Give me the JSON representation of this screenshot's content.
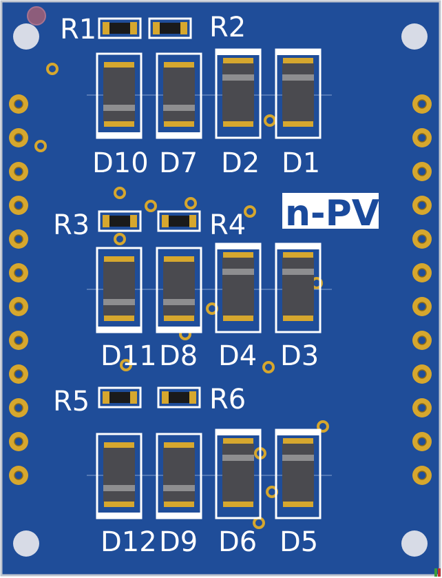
{
  "board": {
    "label_title": "n-PV",
    "colors": {
      "soldermask": "#1f4d99",
      "pad_gold": "#d6a72e",
      "silkscreen": "#ffffff",
      "component_body": "#4a4a4f",
      "mount_hole": "#d7dbe6"
    }
  },
  "resistors": [
    {
      "ref": "R1"
    },
    {
      "ref": "R2"
    },
    {
      "ref": "R3"
    },
    {
      "ref": "R4"
    },
    {
      "ref": "R5"
    },
    {
      "ref": "R6"
    }
  ],
  "diodes": [
    {
      "ref": "D10"
    },
    {
      "ref": "D7"
    },
    {
      "ref": "D2"
    },
    {
      "ref": "D1"
    },
    {
      "ref": "D11"
    },
    {
      "ref": "D8"
    },
    {
      "ref": "D4"
    },
    {
      "ref": "D3"
    },
    {
      "ref": "D12"
    },
    {
      "ref": "D9"
    },
    {
      "ref": "D6"
    },
    {
      "ref": "D5"
    }
  ],
  "headers": {
    "left_pin_count": 12,
    "right_pin_count": 12
  }
}
